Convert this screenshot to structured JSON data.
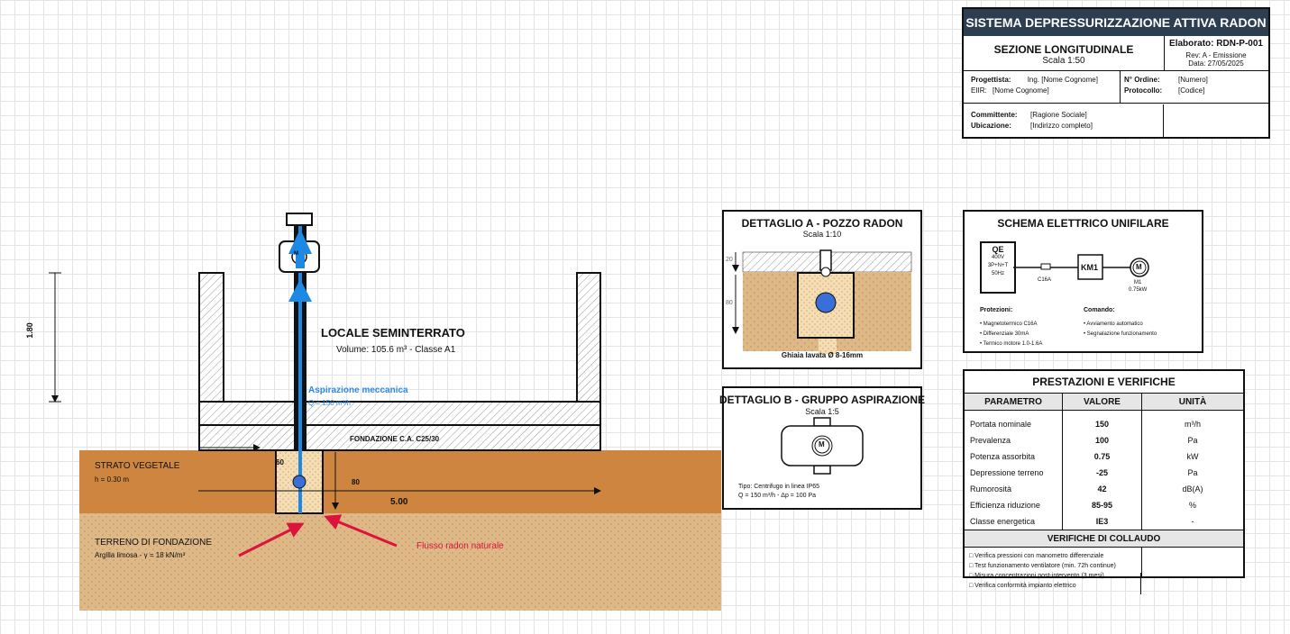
{
  "title_block": {
    "header": "SISTEMA DEPRESSURIZZAZIONE ATTIVA RADON",
    "section": "SEZIONE LONGITUDINALE",
    "scale": "Scala 1:50",
    "elaborato": "Elaborato: RDN-P-001",
    "rev": "Rev: A - Emissione",
    "data": "Data: 27/05/2025",
    "progettista_label": "Progettista:",
    "progettista": "Ing. [Nome Cognome]",
    "eiir_label": "EIIR:",
    "eiir": "[Nome Cognome]",
    "ordine_label": "N° Ordine:",
    "ordine": "[Numero]",
    "protocollo_label": "Protocollo:",
    "protocollo": "[Codice]",
    "committente_label": "Committente:",
    "committente": "[Ragione Sociale]",
    "ubicazione_label": "Ubicazione:",
    "ubicazione": "[Indirizzo completo]"
  },
  "section": {
    "room_title": "LOCALE SEMINTERRATO",
    "room_sub": "Volume: 105.6 m³ - Classe A1",
    "aspiration": "Aspirazione meccanica",
    "flow": "Q = 150 m³/h",
    "foundation": "FONDAZIONE C.A. C25/30",
    "veg_title": "STRATO VEGETALE",
    "veg_sub": "h = 0.30 m",
    "soil_title": "TERRENO DI FONDAZIONE",
    "soil_sub": "Argilla limosa - γ = 18 kN/m³",
    "radon_flow": "Flusso radon naturale",
    "dim_height": "1.80",
    "dim_width": "5.00",
    "dim_80": "80",
    "dim_60": "60",
    "motor": "M"
  },
  "detail_a": {
    "title": "DETTAGLIO A - POZZO RADON",
    "scale": "Scala 1:10",
    "dim1": "20",
    "dim2": "80",
    "note": "Ghiaia lavata Ø 8-16mm"
  },
  "detail_b": {
    "title": "DETTAGLIO B - GRUPPO ASPIRAZIONE",
    "scale": "Scala 1:5",
    "motor": "M",
    "type": "Tipo: Centrifugo in linea IP65",
    "specs": "Q = 150 m³/h - Δp = 100 Pa"
  },
  "schema": {
    "title": "SCHEMA ELETTRICO UNIFILARE",
    "qe": "QE",
    "qe_v": "400V",
    "qe_p": "3P+N+T",
    "qe_hz": "50Hz",
    "breaker": "C16A",
    "km": "KM1",
    "motor": "M",
    "m_label": "M1",
    "m_power": "0.75kW",
    "prot_title": "Protezioni:",
    "prot": [
      "• Magnetotermico C16A",
      "• Differenziale 30mA",
      "• Termico motore 1.0-1.6A"
    ],
    "cmd_title": "Comando:",
    "cmd": [
      "• Avviamento automatico",
      "• Segnalazione funzionamento"
    ]
  },
  "performance": {
    "title": "PRESTAZIONI E VERIFICHE",
    "headers": [
      "PARAMETRO",
      "VALORE",
      "UNITÀ"
    ],
    "rows": [
      [
        "Portata nominale",
        "150",
        "m³/h"
      ],
      [
        "Prevalenza",
        "100",
        "Pa"
      ],
      [
        "Potenza assorbita",
        "0.75",
        "kW"
      ],
      [
        "Depressione terreno",
        "-25",
        "Pa"
      ],
      [
        "Rumorosità",
        "42",
        "dB(A)"
      ],
      [
        "Efficienza riduzione",
        "85-95",
        "%"
      ],
      [
        "Classe energetica",
        "IE3",
        "-"
      ]
    ],
    "checks_title": "VERIFICHE DI COLLAUDO",
    "checks": [
      "□ Verifica pressioni con manometro differenziale",
      "□ Test funzionamento ventilatore (min. 72h continue)",
      "□ Misura concentrazioni post-intervento (3 mesi)",
      "□ Verifica conformità impianto elettrico"
    ]
  }
}
